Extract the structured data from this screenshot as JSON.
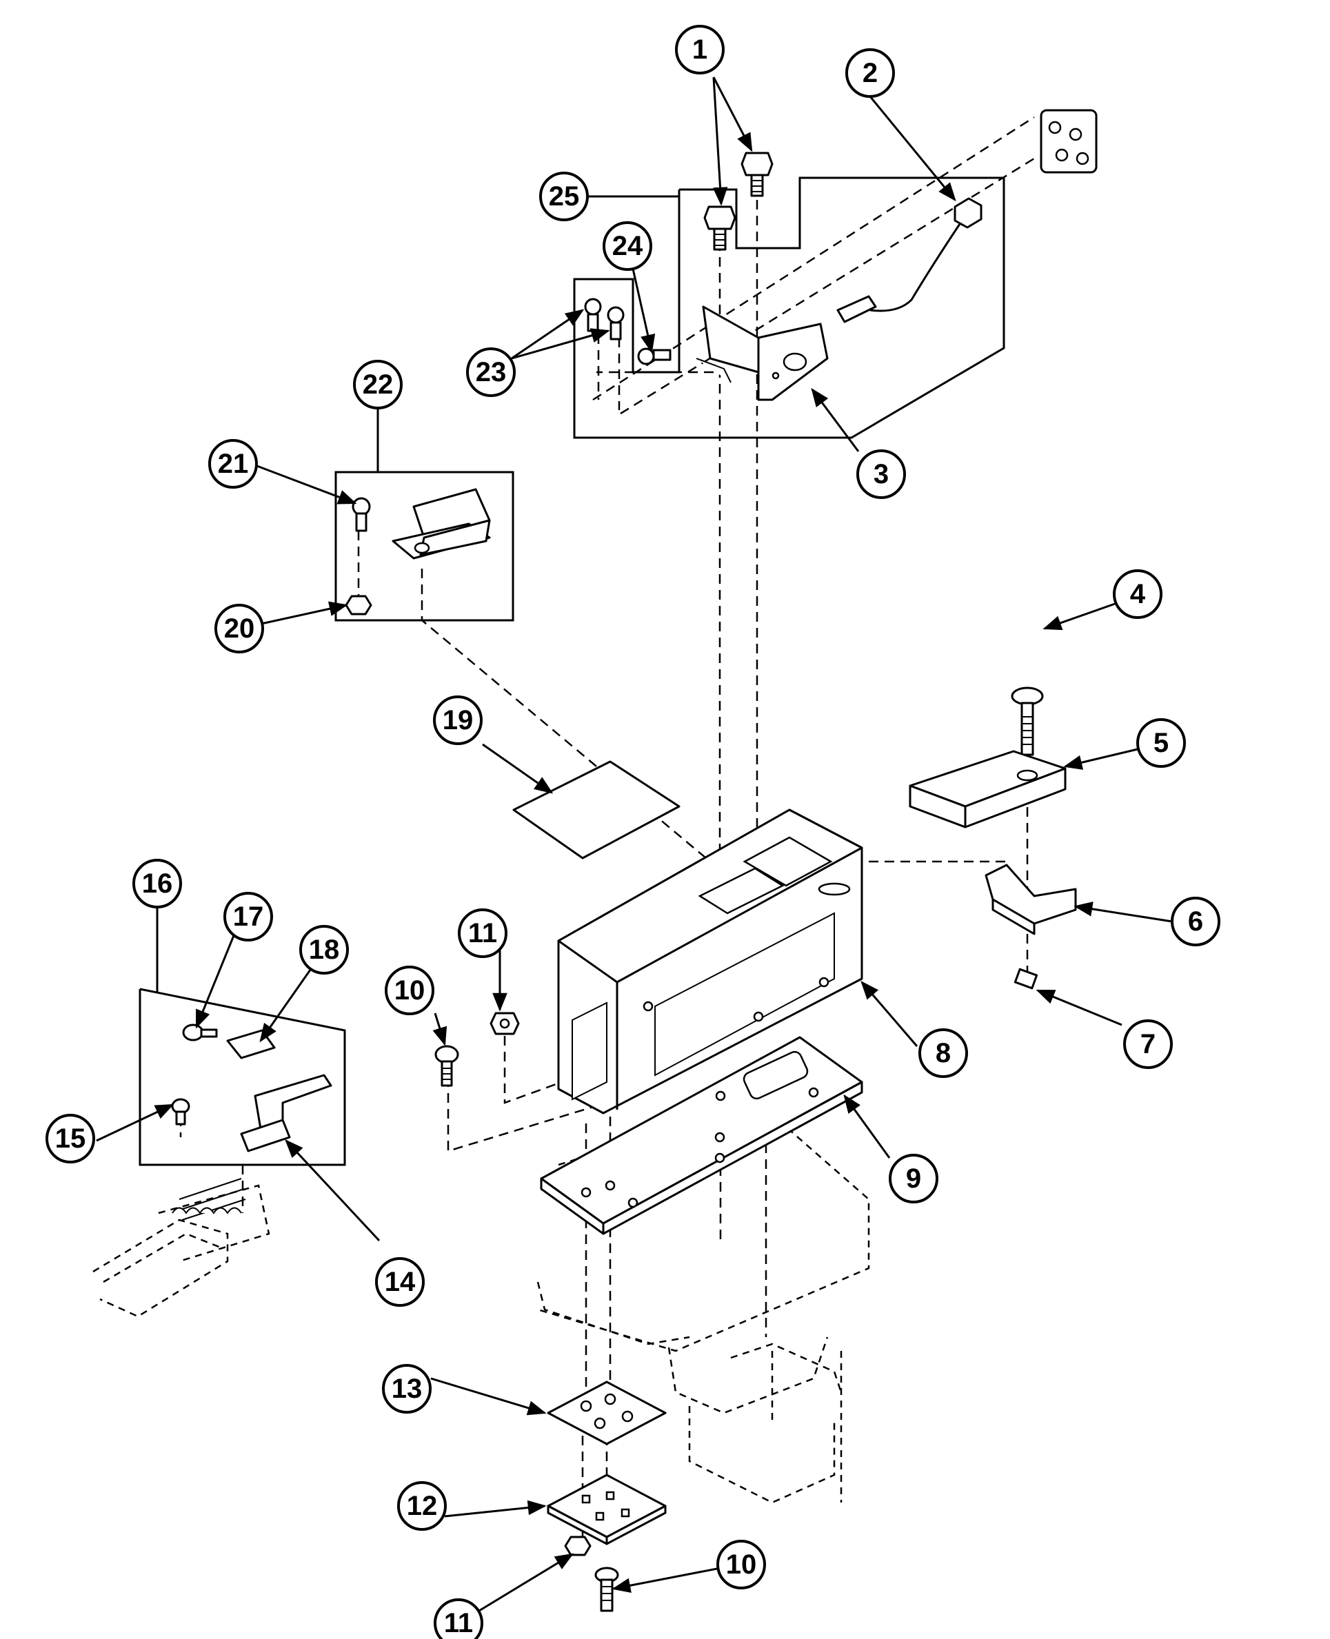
{
  "diagram": {
    "callouts": [
      {
        "id": "c1",
        "label": "1"
      },
      {
        "id": "c2",
        "label": "2"
      },
      {
        "id": "c3",
        "label": "3"
      },
      {
        "id": "c4",
        "label": "4"
      },
      {
        "id": "c5",
        "label": "5"
      },
      {
        "id": "c6",
        "label": "6"
      },
      {
        "id": "c7",
        "label": "7"
      },
      {
        "id": "c8",
        "label": "8"
      },
      {
        "id": "c9",
        "label": "9"
      },
      {
        "id": "c10a",
        "label": "10"
      },
      {
        "id": "c11a",
        "label": "11"
      },
      {
        "id": "c12",
        "label": "12"
      },
      {
        "id": "c13",
        "label": "13"
      },
      {
        "id": "c14",
        "label": "14"
      },
      {
        "id": "c15",
        "label": "15"
      },
      {
        "id": "c16",
        "label": "16"
      },
      {
        "id": "c17",
        "label": "17"
      },
      {
        "id": "c18",
        "label": "18"
      },
      {
        "id": "c19",
        "label": "19"
      },
      {
        "id": "c20",
        "label": "20"
      },
      {
        "id": "c21",
        "label": "21"
      },
      {
        "id": "c22",
        "label": "22"
      },
      {
        "id": "c23",
        "label": "23"
      },
      {
        "id": "c24",
        "label": "24"
      },
      {
        "id": "c25",
        "label": "25"
      },
      {
        "id": "c11b",
        "label": "11"
      },
      {
        "id": "c10b",
        "label": "10"
      }
    ]
  }
}
